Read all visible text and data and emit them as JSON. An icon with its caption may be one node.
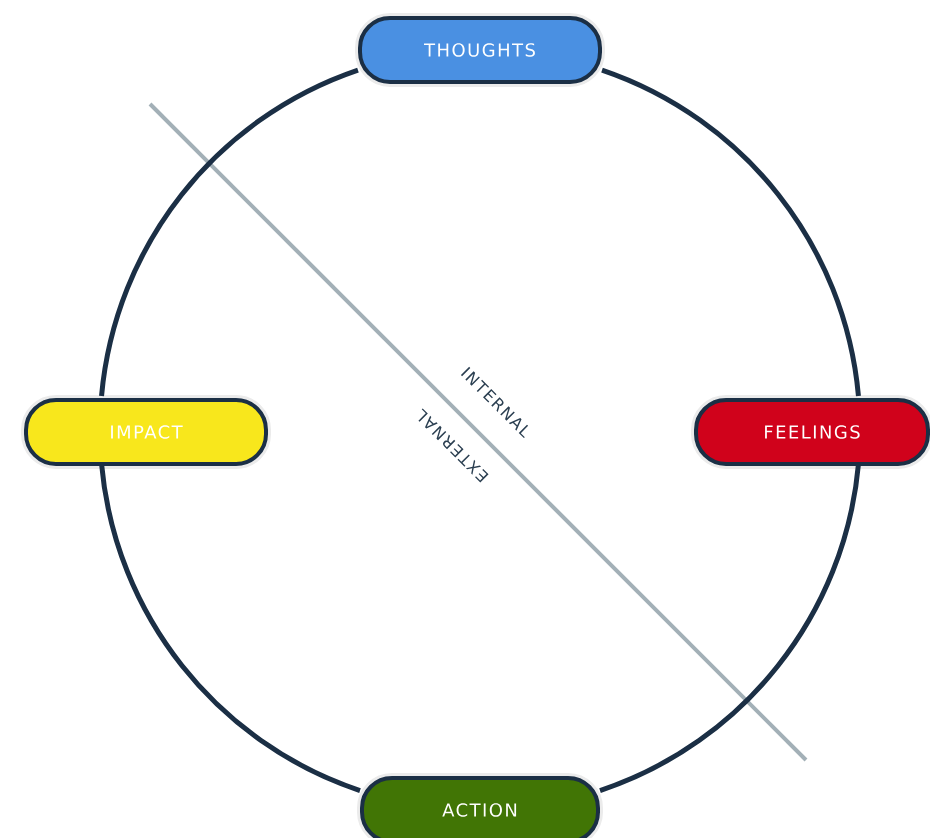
{
  "diagram": {
    "nodes": [
      {
        "text": [
          "THOUGHTS"
        ]
      },
      {
        "text": [
          "FEELINGS"
        ]
      },
      {
        "text": [
          "ACTION"
        ]
      },
      {
        "text": [
          "IMPACT"
        ]
      }
    ],
    "edges": [
      {
        "from": 0,
        "to": 1,
        "arrow": "none"
      },
      {
        "from": 1,
        "to": 2,
        "arrow": "none"
      },
      {
        "from": 2,
        "to": 3,
        "arrow": "none"
      },
      {
        "from": 3,
        "to": 0,
        "arrow": "none"
      }
    ],
    "labels": [
      "INTERNAL",
      "EXTERNAL"
    ]
  }
}
